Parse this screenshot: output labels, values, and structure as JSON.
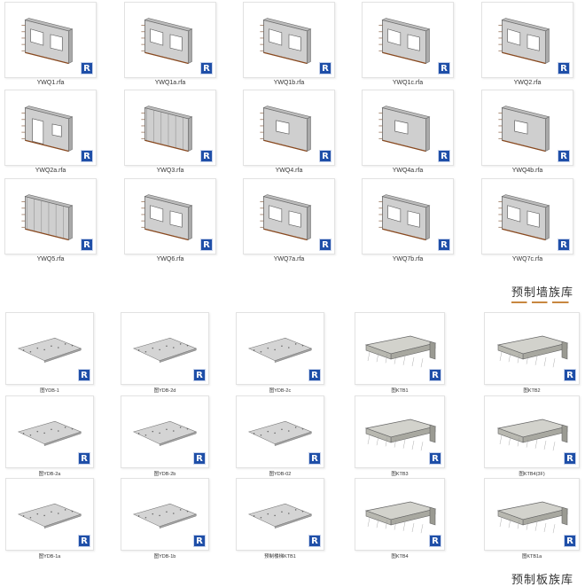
{
  "sections": {
    "walls": {
      "title": "预制墙族库",
      "items": [
        "YWQ1.rfa",
        "YWQ1a.rfa",
        "YWQ1b.rfa",
        "YWQ1c.rfa",
        "YWQ2.rfa",
        "YWQ2a.rfa",
        "YWQ3.rfa",
        "YWQ4.rfa",
        "YWQ4a.rfa",
        "YWQ4b.rfa",
        "YWQ5.rfa",
        "YWQ6.rfa",
        "YWQ7a.rfa",
        "YWQ7b.rfa",
        "YWQ7c.rfa"
      ]
    },
    "slabs": {
      "title": "预制板族库",
      "items": [
        "图YDB-1",
        "图YDB-2d",
        "图YDB-2c",
        "图KTB1",
        "图KTB2",
        "图YDB-2a",
        "图YDB-2b",
        "图YDB-02",
        "图KTB3",
        "图KTB4(3F)",
        "图YDB-1a",
        "图YDB-1b",
        "预制楼梯KTB1",
        "图KTB4",
        "图KTB1a"
      ]
    }
  },
  "icons": {
    "badge": "revit-logo-icon",
    "badge_color": "#1f4fa8"
  }
}
